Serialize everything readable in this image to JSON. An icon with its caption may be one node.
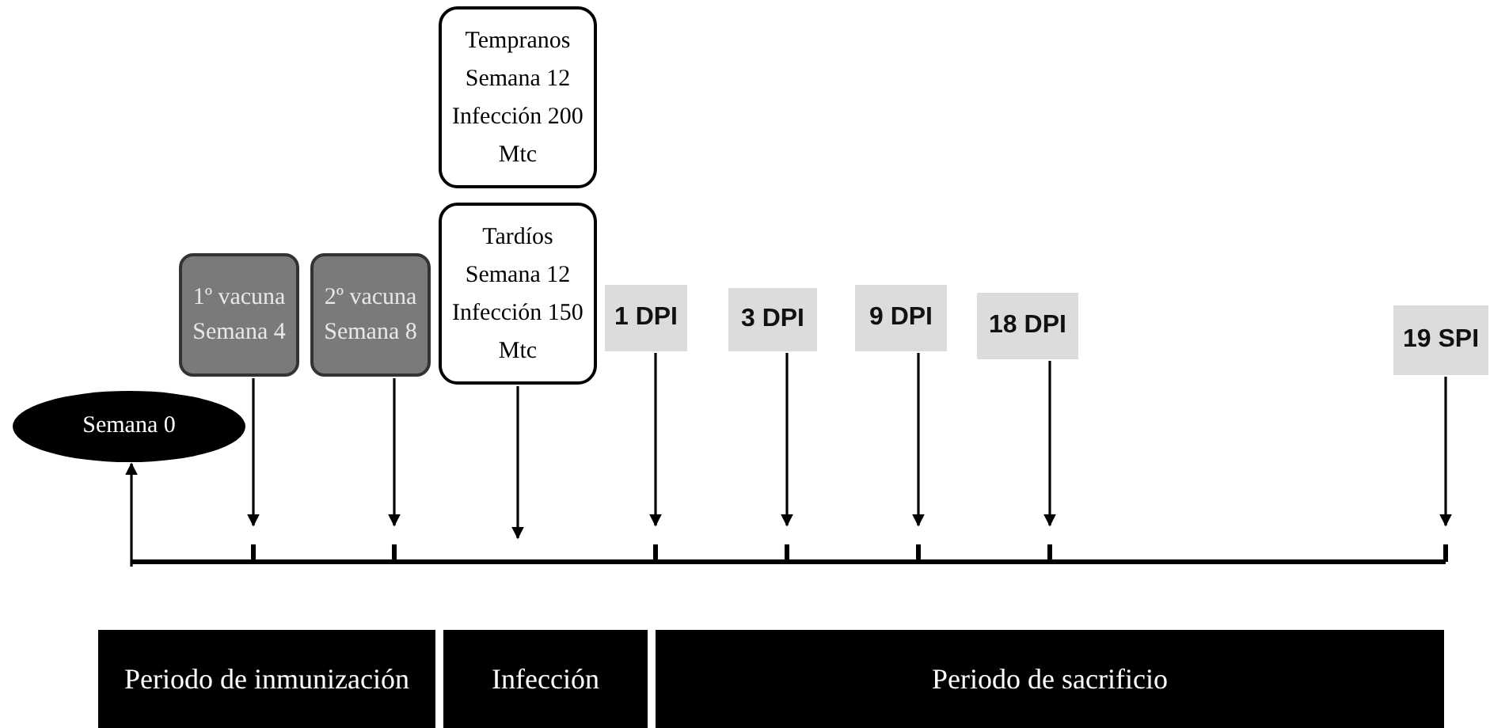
{
  "diagram": {
    "nodes": [
      {
        "text": [
          "Semana 0"
        ]
      },
      {
        "text": [
          "1º vacuna Semana 4"
        ]
      },
      {
        "text": [
          "2º vacuna Semana 8"
        ]
      },
      {
        "text": [
          "Tempranos",
          "Semana 12 Infección 200 Mtc"
        ]
      },
      {
        "text": [
          "Tardíos",
          "Semana 12 Infección 150 Mtc"
        ]
      },
      {
        "text": [
          "1 DPI"
        ]
      },
      {
        "text": [
          "3 DPI"
        ]
      },
      {
        "text": [
          "9 DPI"
        ]
      },
      {
        "text": [
          "18 DPI"
        ]
      },
      {
        "text": [
          "19 SPI"
        ]
      },
      {
        "text": [
          "Periodo de inmunización"
        ]
      },
      {
        "text": [
          "Infección"
        ]
      },
      {
        "text": [
          "Periodo de sacrificio"
        ]
      }
    ],
    "edges": [
      {
        "from": null,
        "to": 0,
        "arrow": "to"
      },
      {
        "from": 1,
        "to": null,
        "arrow": "to"
      },
      {
        "from": 2,
        "to": null,
        "arrow": "to"
      },
      {
        "from": 4,
        "to": null,
        "arrow": "to"
      },
      {
        "from": 5,
        "to": null,
        "arrow": "to"
      },
      {
        "from": 6,
        "to": null,
        "arrow": "to"
      },
      {
        "from": 7,
        "to": null,
        "arrow": "to"
      },
      {
        "from": 8,
        "to": null,
        "arrow": "to"
      },
      {
        "from": 9,
        "to": null,
        "arrow": "to"
      }
    ]
  }
}
